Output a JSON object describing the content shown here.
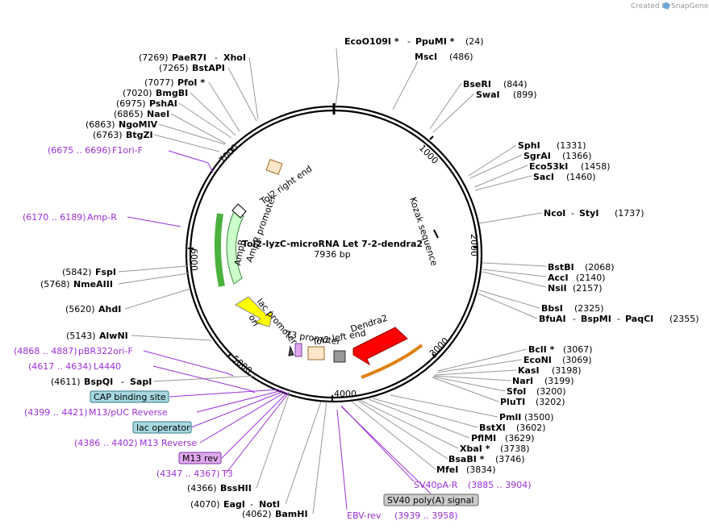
{
  "credit": {
    "prefix": "Created by",
    "brand": "SnapGene"
  },
  "plasmid": {
    "name": "Tol2-lyzC-microRNA Let 7-2-dendra2",
    "size": "7936 bp"
  },
  "ticks": [
    {
      "text": "1000"
    },
    {
      "text": "2000"
    },
    {
      "text": "3000"
    },
    {
      "text": "4000"
    },
    {
      "text": "5000"
    },
    {
      "text": "6000"
    },
    {
      "text": "7000"
    }
  ],
  "sites_top": [
    {
      "left": "EcoO109I *",
      "right": "PpuMI *",
      "pos": "(24)"
    },
    {
      "left": "MscI",
      "pos": "(486)"
    }
  ],
  "sites_right": [
    {
      "name": "BseRI",
      "pos": "(844)"
    },
    {
      "name": "SwaI",
      "pos": "(899)"
    },
    {
      "name": "SphI",
      "pos": "(1331)"
    },
    {
      "name": "SgrAI",
      "pos": "(1366)"
    },
    {
      "name": "Eco53kI",
      "pos": "(1458)"
    },
    {
      "name": "SacI",
      "pos": "(1460)"
    },
    {
      "name": "NcoI",
      "name2": "StyI",
      "pos": "(1737)"
    },
    {
      "name": "BstBI",
      "pos": "(2068)"
    },
    {
      "name": "AccI",
      "pos": "(2140)"
    },
    {
      "name": "NsiI",
      "pos": "(2157)"
    },
    {
      "name": "BbsI",
      "pos": "(2325)"
    },
    {
      "name": "BfuAI",
      "name2": "BspMI",
      "name3": "PaqCI",
      "pos": "(2355)"
    },
    {
      "name": "BclI *",
      "pos": "(3067)"
    },
    {
      "name": "EcoNI",
      "pos": "(3069)"
    },
    {
      "name": "KasI",
      "pos": "(3198)"
    },
    {
      "name": "NarI",
      "pos": "(3199)"
    },
    {
      "name": "SfoI",
      "pos": "(3200)"
    },
    {
      "name": "PluTI",
      "pos": "(3202)"
    },
    {
      "name": "PmlI",
      "pos": "(3500)"
    },
    {
      "name": "BstXI",
      "pos": "(3602)"
    },
    {
      "name": "PflMI",
      "pos": "(3629)"
    },
    {
      "name": "XbaI *",
      "pos": "(3738)"
    },
    {
      "name": "BsaBI *",
      "pos": "(3746)"
    },
    {
      "name": "MfeI",
      "pos": "(3834)"
    }
  ],
  "sites_left": [
    {
      "pos": "(7269)",
      "name": "PaeR7I",
      "name2": "XhoI"
    },
    {
      "pos": "(7265)",
      "name": "BstAPI"
    },
    {
      "pos": "(7077)",
      "name": "PfoI *"
    },
    {
      "pos": "(7020)",
      "name": "BmgBI"
    },
    {
      "pos": "(6975)",
      "name": "PshAI"
    },
    {
      "pos": "(6865)",
      "name": "NaeI"
    },
    {
      "pos": "(6863)",
      "name": "NgoMIV"
    },
    {
      "pos": "(6763)",
      "name": "BtgZI"
    },
    {
      "pos": "(5842)",
      "name": "FspI"
    },
    {
      "pos": "(5768)",
      "name": "NmeAIII"
    },
    {
      "pos": "(5620)",
      "name": "AhdI"
    },
    {
      "pos": "(5143)",
      "name": "AlwNI"
    },
    {
      "pos": "(4611)",
      "name": "BspQI",
      "name2": "SapI"
    },
    {
      "pos": "(4366)",
      "name": "BssHII"
    },
    {
      "pos": "(4070)",
      "name": "EagI",
      "name2": "NotI"
    },
    {
      "pos": "(4062)",
      "name": "BamHI"
    }
  ],
  "features_out": [
    {
      "range": "(6675 .. 6696)",
      "name": "F1ori-F"
    },
    {
      "range": "(6170 .. 6189)",
      "name": "Amp-R"
    },
    {
      "range": "(4868 .. 4887)",
      "name": "pBR322ori-F"
    },
    {
      "range": "(4617 .. 4634)",
      "name": "L4440"
    },
    {
      "name": "CAP binding site"
    },
    {
      "range": "(4399 .. 4421)",
      "name": "M13/pUC Reverse"
    },
    {
      "name": "lac operator"
    },
    {
      "range": "(4386 .. 4402)",
      "name": "M13 Reverse"
    },
    {
      "name": "M13 rev"
    },
    {
      "range": "(4347 .. 4367)",
      "name": "T3"
    },
    {
      "name": "SV40pA-R",
      "range": "(3885 .. 3904)"
    },
    {
      "name": "SV40 poly(A) signal"
    },
    {
      "name": "EBV-rev",
      "range": "(3939 .. 3958)"
    }
  ],
  "features_in": [
    "Tol2 right end",
    "AmpR promoter",
    "AmpR",
    "ori",
    "lac promoter",
    "T3 promoter",
    "Tol2 left end",
    "Dendra2",
    "Kozak sequence"
  ],
  "colors": {
    "ampr": "#ccffcc",
    "ori": "#ffff00",
    "dendra": "#ff0000",
    "feature_text": "#9b30d9",
    "cap_box": "#a6d8e0",
    "m13_box": "#e0a8ec",
    "sv40_box": "#cccccc",
    "tol2": "#fde6c9"
  }
}
